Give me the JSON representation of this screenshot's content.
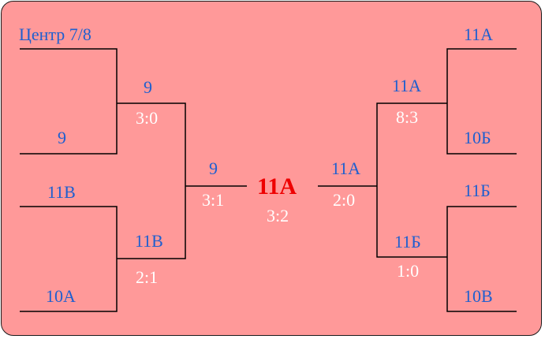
{
  "left": {
    "qf1": {
      "top": "Центр 7/8",
      "bottom": "9"
    },
    "qf2": {
      "top": "11В",
      "bottom": "10А"
    },
    "sf1": {
      "winner": "9",
      "score": "3:0"
    },
    "sf2": {
      "winner": "11В",
      "score": "2:1"
    },
    "final": {
      "winner": "9",
      "score": "3:1"
    }
  },
  "right": {
    "qf1": {
      "top": "11А",
      "bottom": "10Б"
    },
    "qf2": {
      "top": "11Б",
      "bottom": "10В"
    },
    "sf1": {
      "winner": "11А",
      "score": "8:3"
    },
    "sf2": {
      "winner": "11Б",
      "score": "1:0"
    },
    "final": {
      "winner": "11А",
      "score": "2:0"
    }
  },
  "champion": {
    "name": "11А",
    "score": "3:2"
  },
  "colors": {
    "background": "#ff9999",
    "team_text": "#1f5fcf",
    "score_text": "#ffffff",
    "champion_text": "#ee0000",
    "lines": "#000000"
  }
}
